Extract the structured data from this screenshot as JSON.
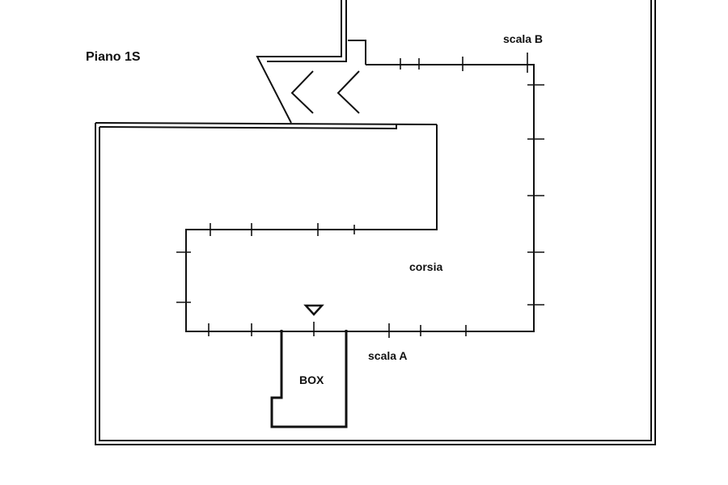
{
  "title": "Piano 1S",
  "labels": {
    "scala_b": "scala B",
    "scala_a": "scala A",
    "corsia": "corsia",
    "box": "BOX"
  },
  "colors": {
    "line": "#111111",
    "background": "#ffffff"
  }
}
